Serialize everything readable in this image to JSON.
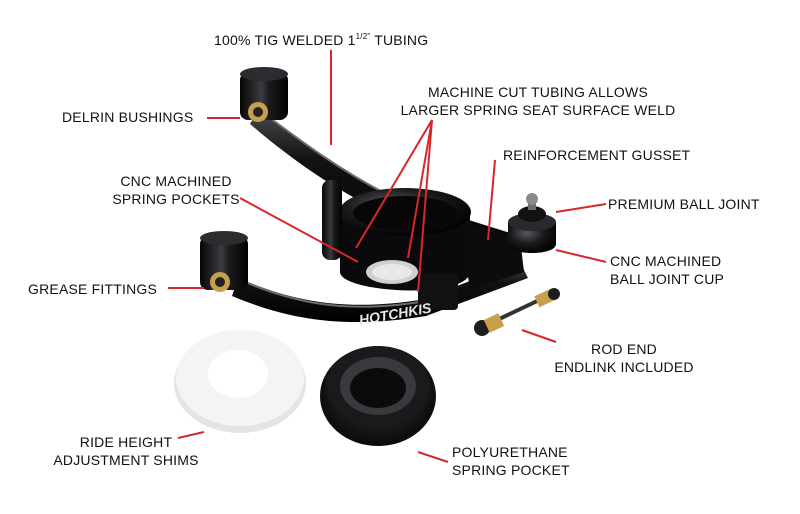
{
  "callouts": {
    "tig_welded": {
      "text": "100% TIG WELDED 1",
      "sup": "1/2\"",
      "tail": " TUBING"
    },
    "machine_cut": {
      "line1": "MACHINE CUT TUBING ALLOWS",
      "line2": "LARGER SPRING SEAT SURFACE WELD"
    },
    "delrin": "DELRIN BUSHINGS",
    "reinforcement": "REINFORCEMENT GUSSET",
    "cnc_pockets": {
      "line1": "CNC MACHINED",
      "line2": "SPRING POCKETS"
    },
    "ball_joint": "PREMIUM BALL JOINT",
    "ball_joint_cup": {
      "line1": "CNC MACHINED",
      "line2": "BALL JOINT CUP"
    },
    "grease": "GREASE FITTINGS",
    "rod_end": {
      "line1": "ROD END",
      "line2": "ENDLINK INCLUDED"
    },
    "ride_height": {
      "line1": "RIDE HEIGHT",
      "line2": "ADJUSTMENT SHIMS"
    },
    "poly": {
      "line1": "POLYURETHANE",
      "line2": "SPRING POCKET"
    }
  },
  "brand_mark": "HOTCHKIS",
  "colors": {
    "leader": "#d8262b",
    "text": "#111111",
    "metal": "#0e0e10",
    "shim": "#f2f2f2"
  }
}
